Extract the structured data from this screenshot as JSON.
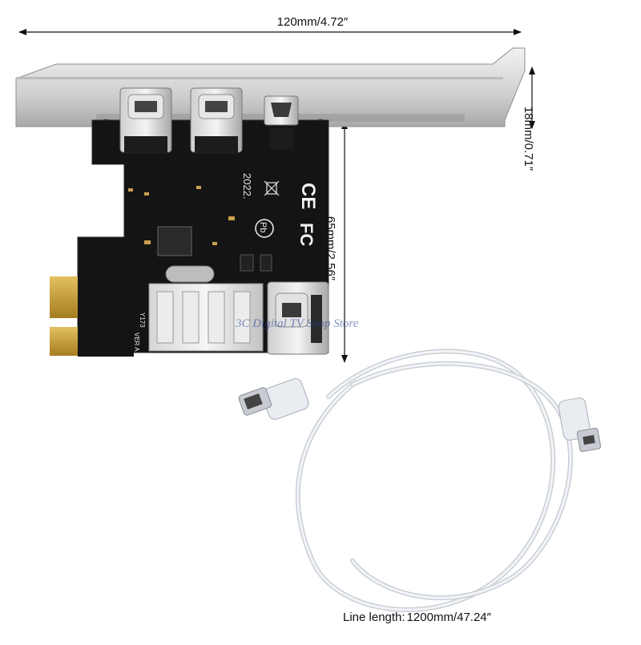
{
  "dimensions": {
    "width_label": "120mm/4.72″",
    "bracket_height_label": "18mm/0.71″",
    "board_height_label": "65mm/2.56″",
    "cable_label": "Line length:",
    "cable_value": "1200mm/47.24″"
  },
  "watermark": "3C Digital TV Shop Store",
  "board_markings": {
    "date_code": "2022.",
    "version": "VER A",
    "model": "Y173",
    "fc_mark": "FC",
    "ce_mark": "CE",
    "pb_mark": "Pb"
  },
  "colors": {
    "pcb": "#141414",
    "bracket": "#d9d9d9",
    "gold_finger": "#c9a23a",
    "cable": "#e8eaee",
    "arrow": "#111111"
  },
  "icons": {
    "bracket": "metal-bracket",
    "ports": [
      "firewire-6pin-port",
      "firewire-6pin-port",
      "firewire-4pin-port",
      "firewire-6pin-port-internal"
    ],
    "cable": "firewire-cable",
    "arrows": [
      "dimension-arrow-horizontal",
      "dimension-arrow-vertical",
      "dimension-arrow-vertical"
    ]
  }
}
